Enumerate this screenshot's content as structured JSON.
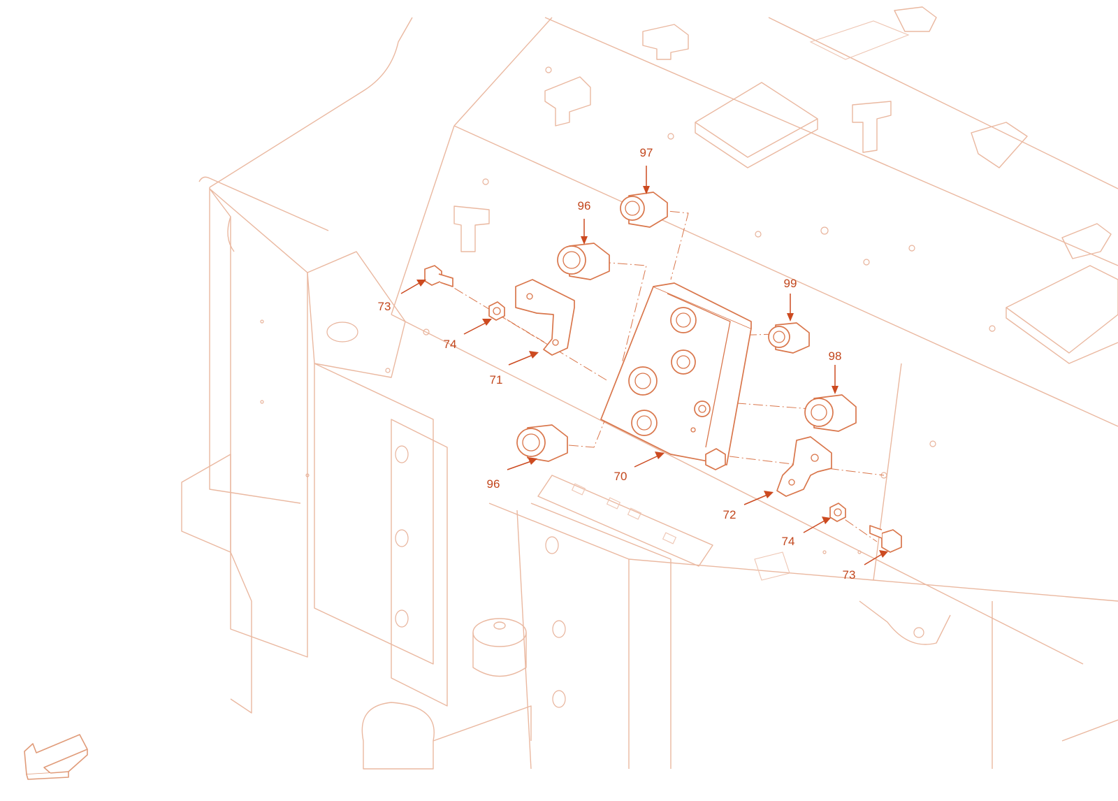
{
  "callouts": {
    "c97": "97",
    "c96_top": "96",
    "c73_left": "73",
    "c74_left": "74",
    "c71": "71",
    "c99": "99",
    "c98": "98",
    "c96_bottom": "96",
    "c70": "70",
    "c72": "72",
    "c74_right": "74",
    "c73_right": "73"
  },
  "colors": {
    "frame_line": "#eab8a0",
    "part_line": "#d9764b",
    "callout_text": "#c2461c",
    "background": "#ffffff"
  },
  "icons": {
    "orientation_arrow": "arrow-down-left-icon"
  }
}
